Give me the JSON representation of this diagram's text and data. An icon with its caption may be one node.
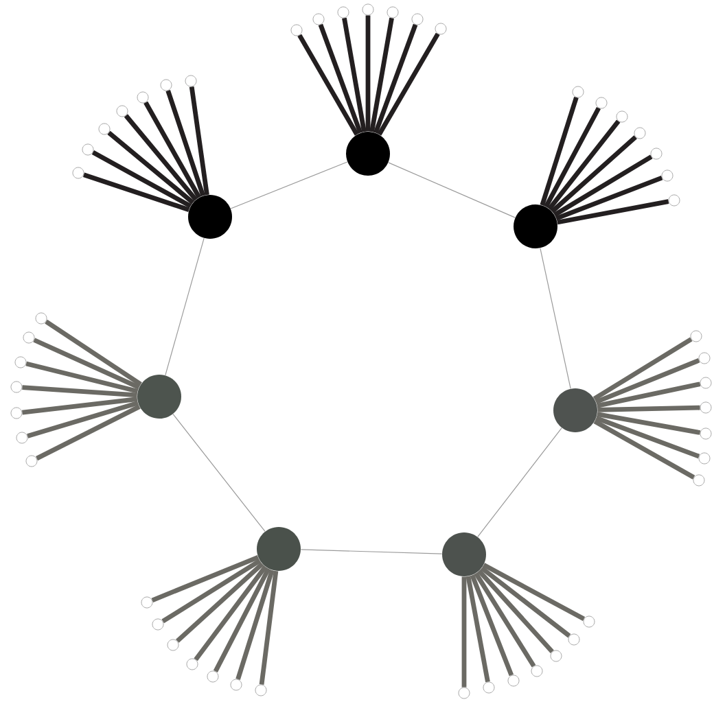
{
  "diagram": {
    "nodes": [
      {
        "text": [],
        "shape": "circle"
      },
      {
        "text": [],
        "shape": "circle"
      },
      {
        "text": [],
        "shape": "circle"
      },
      {
        "text": [],
        "shape": "circle"
      },
      {
        "text": [],
        "shape": "circle"
      },
      {
        "text": [],
        "shape": "circle"
      },
      {
        "text": [],
        "shape": "circle"
      },
      {
        "text": [],
        "shape": "circle"
      },
      {
        "text": [],
        "shape": "circle"
      },
      {
        "text": [],
        "shape": "circle"
      },
      {
        "text": [],
        "shape": "circle"
      },
      {
        "text": [],
        "shape": "circle"
      },
      {
        "text": [],
        "shape": "circle"
      },
      {
        "text": [],
        "shape": "circle"
      },
      {
        "text": [],
        "shape": "circle"
      },
      {
        "text": [],
        "shape": "circle"
      },
      {
        "text": [],
        "shape": "circle"
      },
      {
        "text": [],
        "shape": "circle"
      },
      {
        "text": [],
        "shape": "circle"
      },
      {
        "text": [],
        "shape": "circle"
      },
      {
        "text": [],
        "shape": "circle"
      },
      {
        "text": [],
        "shape": "circle"
      },
      {
        "text": [],
        "shape": "circle"
      },
      {
        "text": [],
        "shape": "circle"
      },
      {
        "text": [],
        "shape": "circle"
      },
      {
        "text": [],
        "shape": "circle"
      },
      {
        "text": [],
        "shape": "circle"
      },
      {
        "text": [],
        "shape": "circle"
      },
      {
        "text": [],
        "shape": "circle"
      },
      {
        "text": [],
        "shape": "circle"
      },
      {
        "text": [],
        "shape": "circle"
      },
      {
        "text": [],
        "shape": "circle"
      },
      {
        "text": [],
        "shape": "circle"
      },
      {
        "text": [],
        "shape": "circle"
      },
      {
        "text": [],
        "shape": "circle"
      },
      {
        "text": [],
        "shape": "circle"
      },
      {
        "text": [],
        "shape": "circle"
      },
      {
        "text": [],
        "shape": "circle"
      },
      {
        "text": [],
        "shape": "circle"
      },
      {
        "text": [],
        "shape": "circle"
      },
      {
        "text": [],
        "shape": "circle"
      },
      {
        "text": [],
        "shape": "circle"
      },
      {
        "text": [],
        "shape": "circle"
      },
      {
        "text": [],
        "shape": "circle"
      },
      {
        "text": [],
        "shape": "circle"
      },
      {
        "text": [],
        "shape": "circle"
      },
      {
        "text": [],
        "shape": "circle"
      },
      {
        "text": [],
        "shape": "circle"
      },
      {
        "text": [],
        "shape": "circle"
      },
      {
        "text": [],
        "shape": "circle"
      },
      {
        "text": [],
        "shape": "circle"
      },
      {
        "text": [],
        "shape": "circle"
      },
      {
        "text": [],
        "shape": "circle"
      },
      {
        "text": [],
        "shape": "circle"
      },
      {
        "text": [],
        "shape": "circle"
      },
      {
        "text": [],
        "shape": "circle"
      }
    ],
    "edges": [
      {
        "from": 1,
        "to": 0,
        "arrow": "none",
        "color": "#9a9a9a"
      },
      {
        "from": 0,
        "to": 2,
        "arrow": "none",
        "color": "#9a9a9a"
      },
      {
        "from": 2,
        "to": 4,
        "arrow": "none",
        "color": "#9a9a9a"
      },
      {
        "from": 4,
        "to": 6,
        "arrow": "none",
        "color": "#9a9a9a"
      },
      {
        "from": 6,
        "to": 5,
        "arrow": "none",
        "color": "#9a9a9a"
      },
      {
        "from": 5,
        "to": 3,
        "arrow": "none",
        "color": "#9a9a9a"
      },
      {
        "from": 3,
        "to": 1,
        "arrow": "none",
        "color": "#9a9a9a"
      },
      {
        "from": 0,
        "to": 7,
        "arrow": "none",
        "color": "#231f20"
      },
      {
        "from": 0,
        "to": 8,
        "arrow": "none",
        "color": "#231f20"
      },
      {
        "from": 0,
        "to": 9,
        "arrow": "none",
        "color": "#231f20"
      },
      {
        "from": 0,
        "to": 10,
        "arrow": "none",
        "color": "#231f20"
      },
      {
        "from": 0,
        "to": 11,
        "arrow": "none",
        "color": "#231f20"
      },
      {
        "from": 0,
        "to": 12,
        "arrow": "none",
        "color": "#231f20"
      },
      {
        "from": 0,
        "to": 13,
        "arrow": "none",
        "color": "#231f20"
      },
      {
        "from": 1,
        "to": 14,
        "arrow": "none",
        "color": "#231f20"
      },
      {
        "from": 1,
        "to": 15,
        "arrow": "none",
        "color": "#231f20"
      },
      {
        "from": 1,
        "to": 16,
        "arrow": "none",
        "color": "#231f20"
      },
      {
        "from": 1,
        "to": 17,
        "arrow": "none",
        "color": "#231f20"
      },
      {
        "from": 1,
        "to": 18,
        "arrow": "none",
        "color": "#231f20"
      },
      {
        "from": 1,
        "to": 19,
        "arrow": "none",
        "color": "#231f20"
      },
      {
        "from": 1,
        "to": 20,
        "arrow": "none",
        "color": "#231f20"
      },
      {
        "from": 2,
        "to": 21,
        "arrow": "none",
        "color": "#231f20"
      },
      {
        "from": 2,
        "to": 22,
        "arrow": "none",
        "color": "#231f20"
      },
      {
        "from": 2,
        "to": 23,
        "arrow": "none",
        "color": "#231f20"
      },
      {
        "from": 2,
        "to": 24,
        "arrow": "none",
        "color": "#231f20"
      },
      {
        "from": 2,
        "to": 25,
        "arrow": "none",
        "color": "#231f20"
      },
      {
        "from": 2,
        "to": 26,
        "arrow": "none",
        "color": "#231f20"
      },
      {
        "from": 2,
        "to": 27,
        "arrow": "none",
        "color": "#231f20"
      },
      {
        "from": 3,
        "to": 28,
        "arrow": "none"
      },
      {
        "from": 3,
        "to": 29,
        "arrow": "none"
      },
      {
        "from": 3,
        "to": 30,
        "arrow": "none"
      },
      {
        "from": 3,
        "to": 31,
        "arrow": "none"
      },
      {
        "from": 3,
        "to": 32,
        "arrow": "none"
      },
      {
        "from": 3,
        "to": 33,
        "arrow": "none"
      },
      {
        "from": 3,
        "to": 34,
        "arrow": "none"
      },
      {
        "from": 4,
        "to": 35,
        "arrow": "none"
      },
      {
        "from": 4,
        "to": 36,
        "arrow": "none"
      },
      {
        "from": 4,
        "to": 37,
        "arrow": "none"
      },
      {
        "from": 4,
        "to": 38,
        "arrow": "none"
      },
      {
        "from": 4,
        "to": 39,
        "arrow": "none"
      },
      {
        "from": 4,
        "to": 40,
        "arrow": "none"
      },
      {
        "from": 4,
        "to": 41,
        "arrow": "none"
      },
      {
        "from": 5,
        "to": 42,
        "arrow": "none"
      },
      {
        "from": 5,
        "to": 43,
        "arrow": "none"
      },
      {
        "from": 5,
        "to": 44,
        "arrow": "none"
      },
      {
        "from": 5,
        "to": 45,
        "arrow": "none"
      },
      {
        "from": 5,
        "to": 46,
        "arrow": "none"
      },
      {
        "from": 5,
        "to": 47,
        "arrow": "none"
      },
      {
        "from": 5,
        "to": 48,
        "arrow": "none"
      },
      {
        "from": 6,
        "to": 49,
        "arrow": "none"
      },
      {
        "from": 6,
        "to": 50,
        "arrow": "none"
      },
      {
        "from": 6,
        "to": 51,
        "arrow": "none"
      },
      {
        "from": 6,
        "to": 52,
        "arrow": "none"
      },
      {
        "from": 6,
        "to": 53,
        "arrow": "none"
      },
      {
        "from": 6,
        "to": 54,
        "arrow": "none"
      },
      {
        "from": 6,
        "to": 55,
        "arrow": "none"
      }
    ]
  }
}
